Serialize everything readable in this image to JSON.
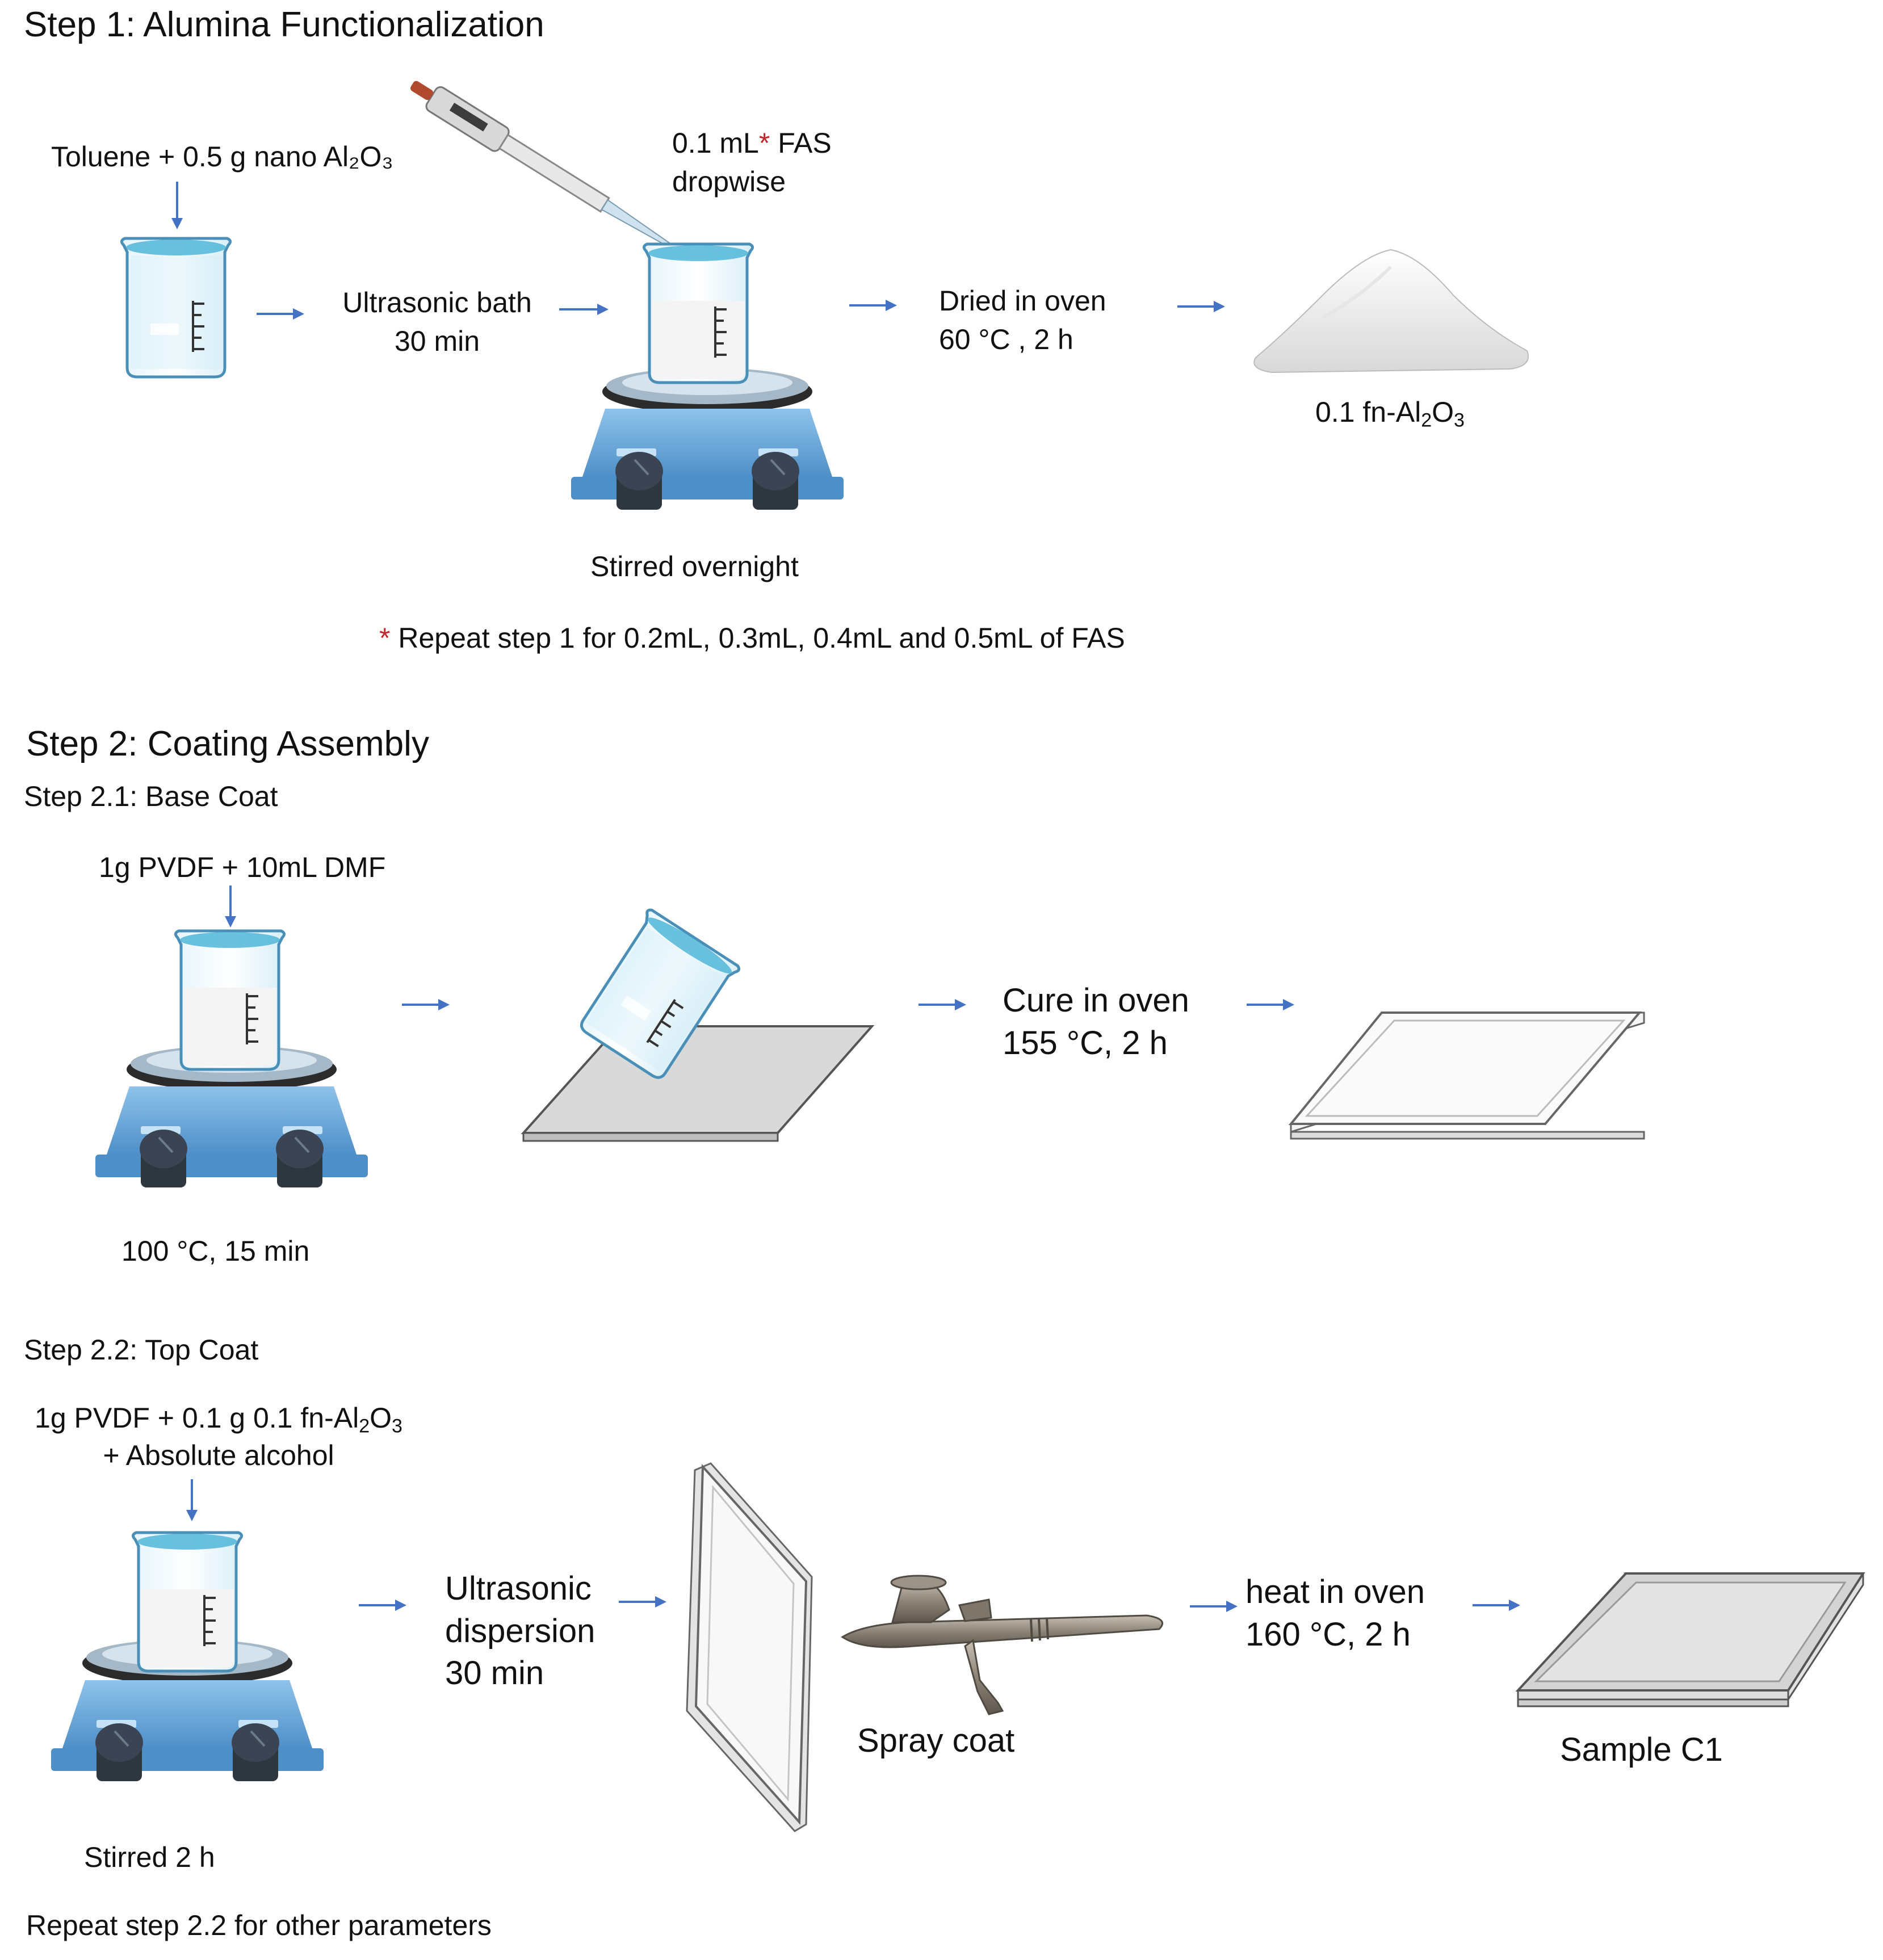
{
  "step1": {
    "title": "Step 1: Alumina Functionalization",
    "input_label": "Toluene + 0.5 g nano Al₂O₃",
    "ultrasonic": [
      "Ultrasonic bath",
      "30 min"
    ],
    "fas_amount": "0.1 mL",
    "asterisk": "*",
    "fas_suffix": " FAS",
    "fas_line2": "dropwise",
    "stir_label": "Stirred overnight",
    "oven": [
      "Dried in oven",
      "60 °C , 2 h"
    ],
    "product_prefix": "0.1 fn-Al",
    "product_sub1": "2",
    "product_mid": "O",
    "product_sub2": "3",
    "note": "Repeat step 1 for 0.2mL, 0.3mL, 0.4mL and 0.5mL of FAS"
  },
  "step2": {
    "title": "Step 2: Coating Assembly",
    "base": {
      "title": "Step 2.1: Base Coat",
      "input_label": "1g PVDF + 10mL DMF",
      "stir_label": "100 °C, 15 min",
      "cure": [
        "Cure in oven",
        "155 °C, 2 h"
      ]
    },
    "top": {
      "title": "Step 2.2: Top Coat",
      "input_prefix": "1g PVDF + 0.1 g 0.1 fn-Al",
      "input_sub1": "2",
      "input_mid": "O",
      "input_sub2": "3",
      "input_line2": "+ Absolute alcohol",
      "ultrasonic": [
        "Ultrasonic",
        "dispersion",
        "30 min"
      ],
      "spray_label": "Spray coat",
      "oven": [
        "heat in oven",
        "160 °C, 2 h"
      ],
      "sample_label": "Sample C1",
      "stir_label": "Stirred 2 h",
      "note": "Repeat step 2.2 for other parameters"
    }
  },
  "colors": {
    "arrow": "#4472c4",
    "asterisk": "#c0262d",
    "stirrer_body": "#5b9bd5",
    "liquid": "#bfe4f0"
  }
}
